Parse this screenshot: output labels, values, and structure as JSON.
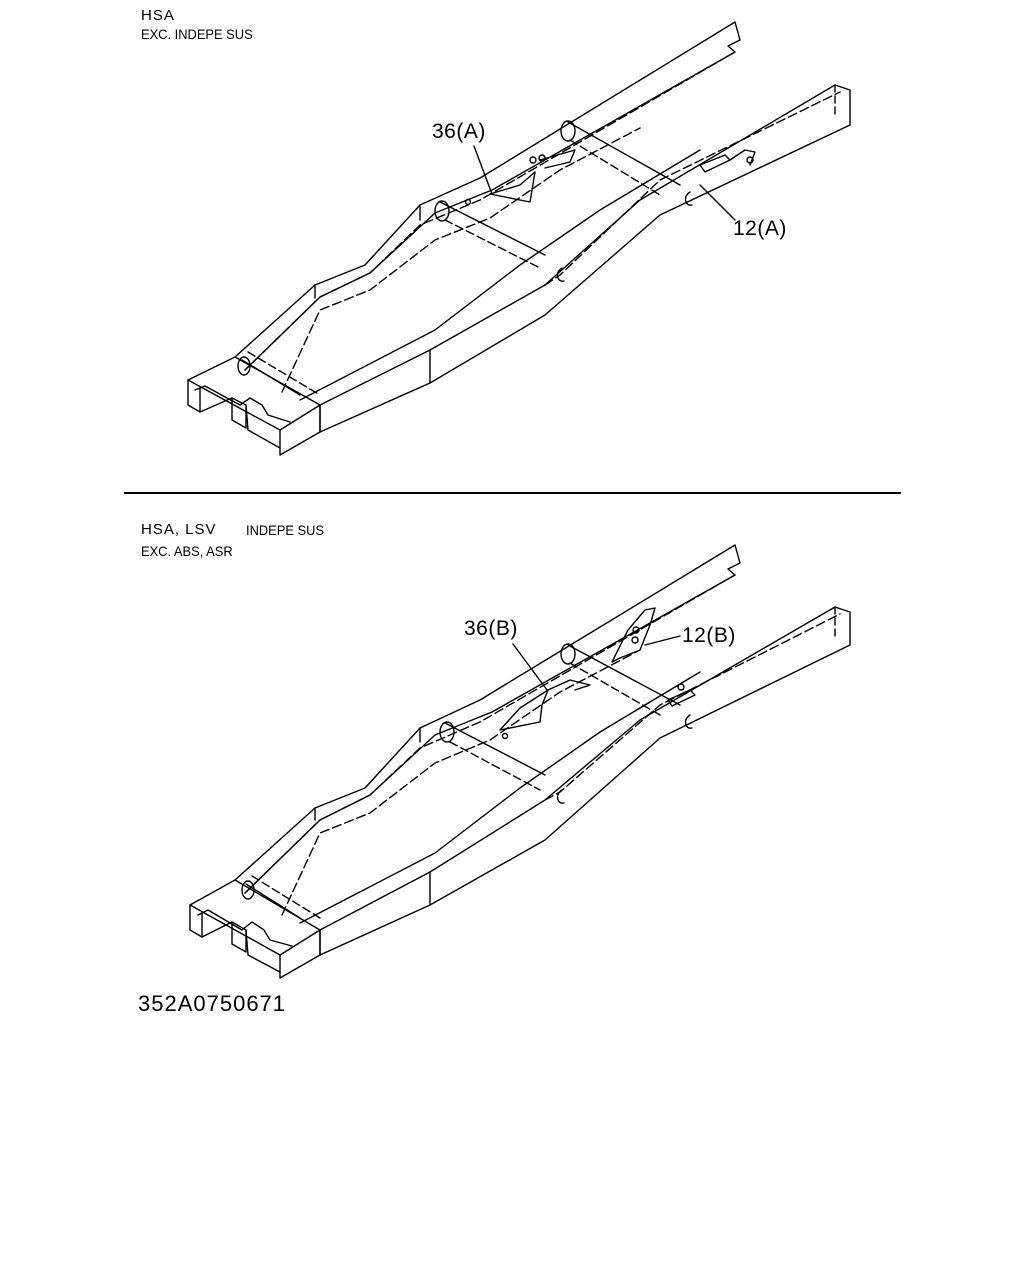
{
  "top_panel": {
    "model_label": "HSA",
    "condition_label": "EXC. INDEPE SUS",
    "callouts": {
      "part_a_left": "36(A)",
      "part_a_right": "12(A)"
    }
  },
  "bottom_panel": {
    "model_label_1": "HSA,  LSV",
    "model_label_2": "INDEPE SUS",
    "condition_label": "EXC. ABS,  ASR",
    "callouts": {
      "part_b_left": "36(B)",
      "part_b_right": "12(B)"
    }
  },
  "diagram_code": "352A0750671",
  "colors": {
    "line": "#000000",
    "background": "#ffffff"
  }
}
